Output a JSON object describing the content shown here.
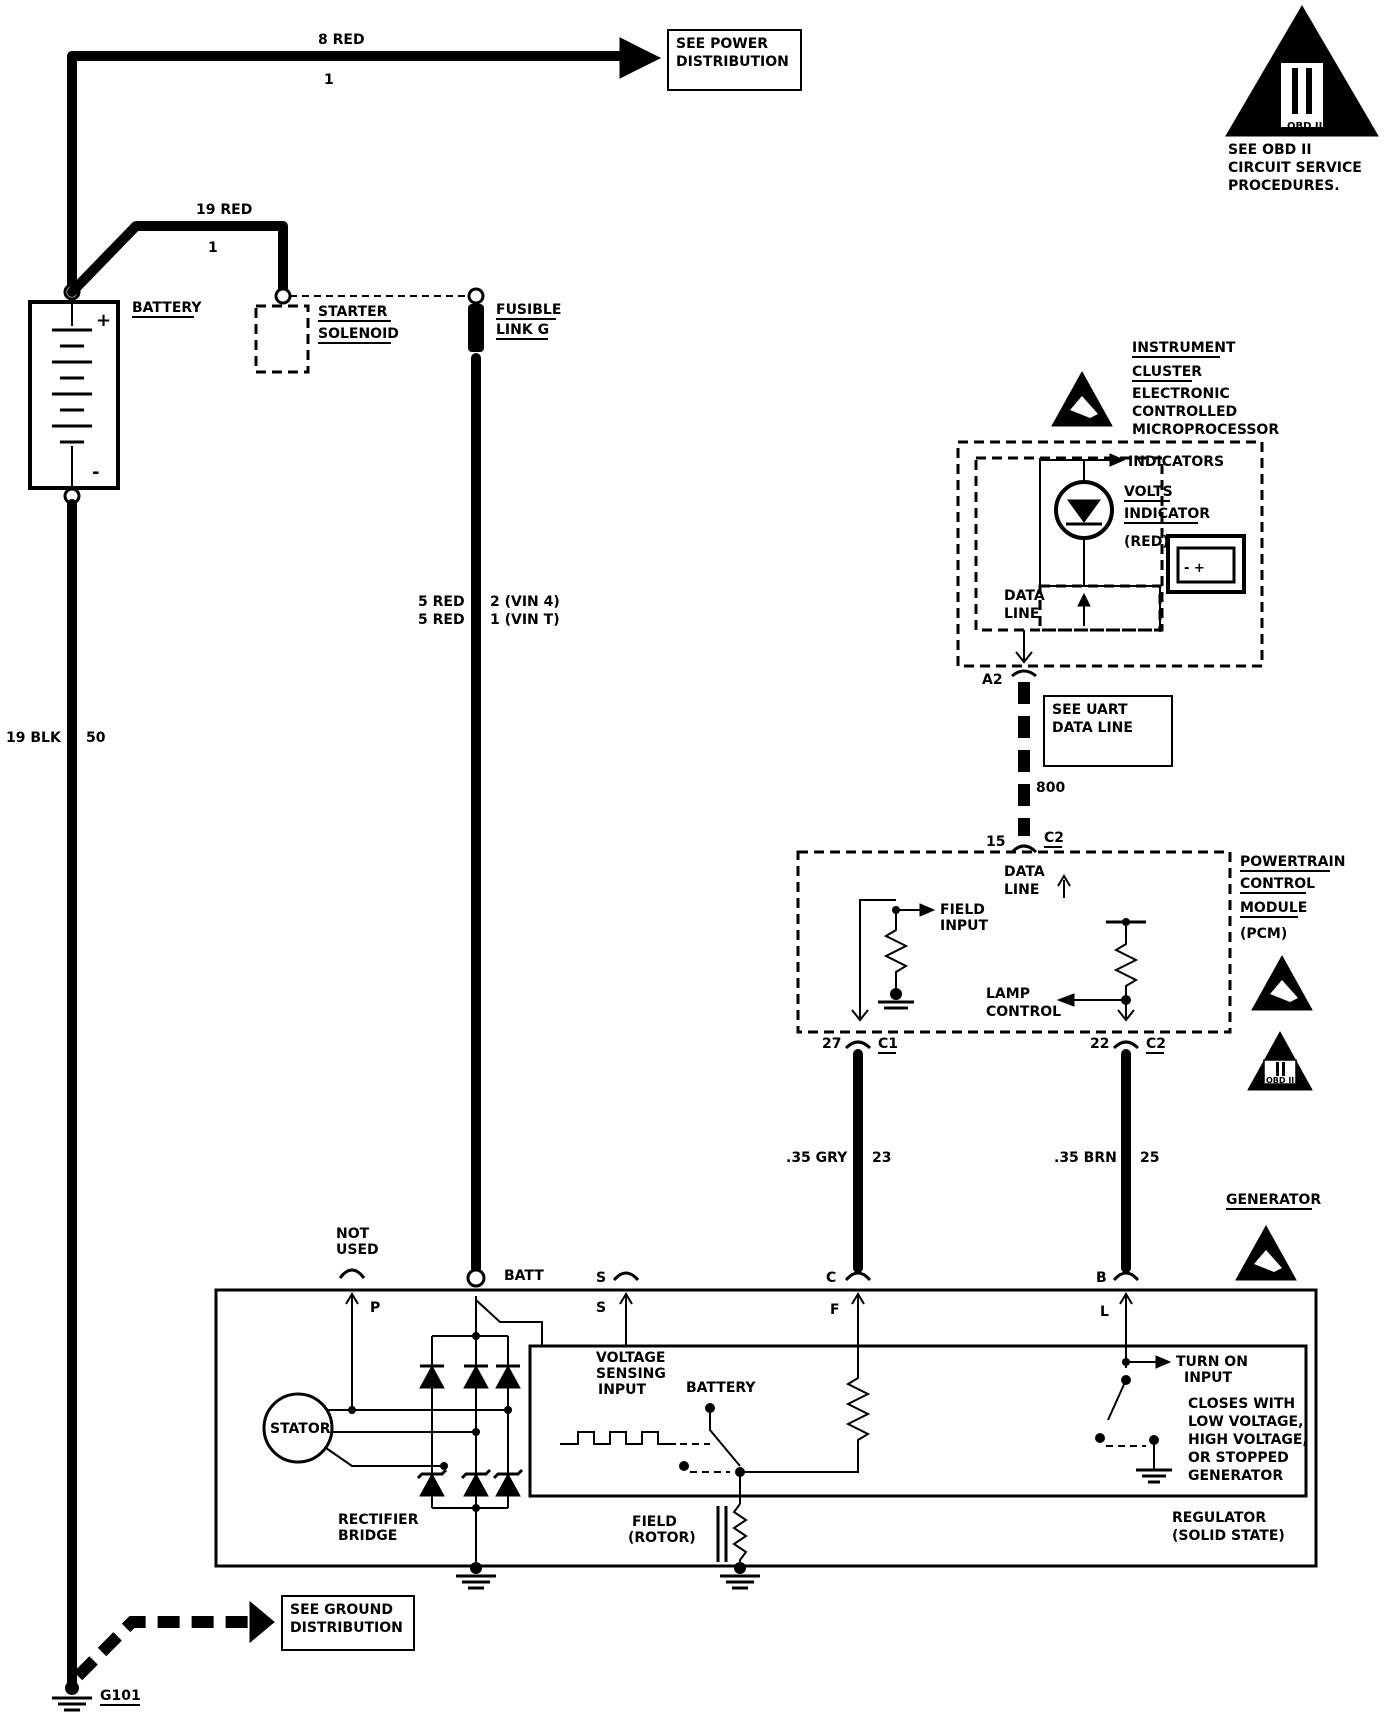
{
  "wires": {
    "top": {
      "gauge": "8 RED",
      "circuit": "1"
    },
    "solenoid": {
      "gauge": "19 RED",
      "circuit": "1"
    },
    "ground": {
      "gauge": "19 BLK",
      "circuit": "50"
    },
    "fusible_a": {
      "gauge": "5 RED",
      "circuit": "2 (VIN 4)"
    },
    "fusible_b": {
      "gauge": "5 RED",
      "circuit": "1 (VIN T)"
    },
    "data": {
      "circuit": "800"
    },
    "field": {
      "gauge": ".35 GRY",
      "circuit": "23"
    },
    "lamp": {
      "gauge": ".35 BRN",
      "circuit": "25"
    }
  },
  "refboxes": {
    "power": [
      "SEE POWER",
      "DISTRIBUTION"
    ],
    "uart": [
      "SEE UART",
      "DATA LINE"
    ],
    "ground": [
      "SEE GROUND",
      "DISTRIBUTION"
    ]
  },
  "obd": {
    "symbol": "II",
    "tag": "OBD II",
    "note": [
      "SEE OBD II",
      "CIRCUIT SERVICE",
      "PROCEDURES."
    ]
  },
  "components": {
    "battery": "BATTERY",
    "battery_plus": "+",
    "battery_minus": "-",
    "starter": [
      "STARTER",
      "SOLENOID"
    ],
    "fusible": [
      "FUSIBLE",
      "LINK G"
    ],
    "cluster": [
      "INSTRUMENT",
      "CLUSTER",
      "ELECTRONIC",
      "CONTROLLED",
      "MICROPROCESSOR"
    ],
    "indicators": "INDICATORS",
    "volts": [
      "VOLTS",
      "INDICATOR",
      "(RED)"
    ],
    "battery_icon": "- +",
    "cluster_data": [
      "DATA",
      "LINE"
    ],
    "pcm": [
      "POWERTRAIN",
      "CONTROL",
      "MODULE",
      "(PCM)"
    ],
    "pcm_data": [
      "DATA",
      "LINE"
    ],
    "field_input": [
      "FIELD",
      "INPUT"
    ],
    "lamp_control": [
      "LAMP",
      "CONTROL"
    ],
    "generator": "GENERATOR",
    "not_used": [
      "NOT",
      "USED"
    ],
    "batt": "BATT",
    "stator": "STATOR",
    "rectifier": [
      "RECTIFIER",
      "BRIDGE"
    ],
    "voltage_sensing": [
      "VOLTAGE",
      "SENSING",
      "INPUT"
    ],
    "gen_battery": "BATTERY",
    "field_rotor": [
      "FIELD",
      "(ROTOR)"
    ],
    "regulator": [
      "REGULATOR",
      "(SOLID STATE)"
    ],
    "turn_on": [
      "TURN ON",
      "INPUT"
    ],
    "closes": [
      "CLOSES WITH",
      "LOW VOLTAGE,",
      "HIGH VOLTAGE,",
      "OR STOPPED",
      "GENERATOR"
    ],
    "ground_point": "G101"
  },
  "connectors": {
    "a2": "A2",
    "pin15": "15",
    "c2_top": "C2",
    "pin27": "27",
    "c1": "C1",
    "pin22": "22",
    "c2_bot": "C2",
    "p": "P",
    "s_top": "S",
    "s_bot": "S",
    "c_top": "C",
    "f_bot": "F",
    "b_top": "B",
    "l_bot": "L"
  }
}
